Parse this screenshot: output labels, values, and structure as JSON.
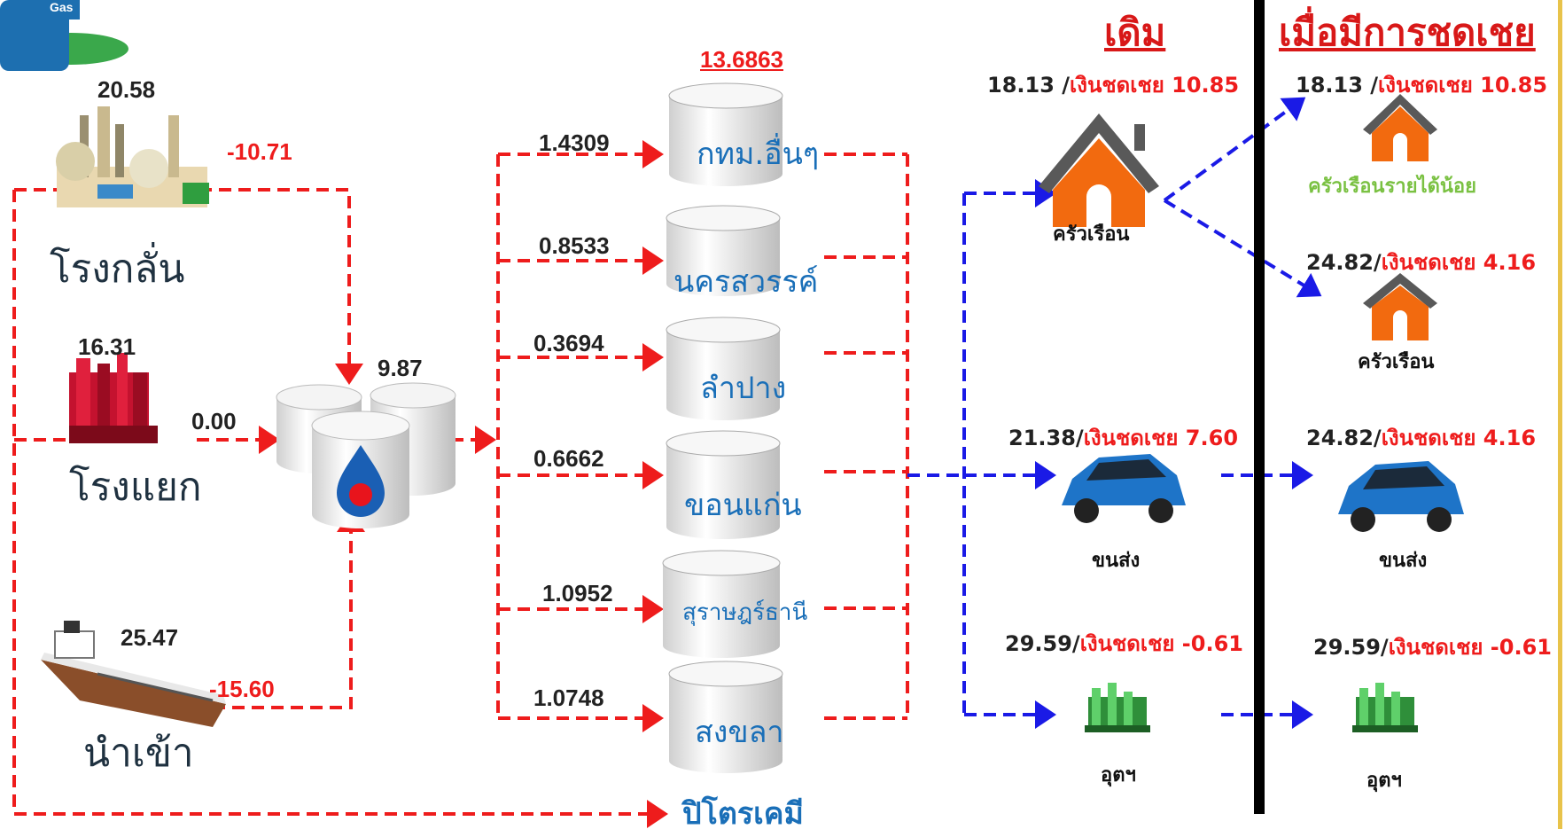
{
  "headers": {
    "before": "เดิม",
    "after": "เมื่อมีการชดเชย"
  },
  "sources": {
    "refinery": {
      "label": "โรงกลั่น",
      "price": "20.58",
      "diff": "-10.71"
    },
    "separation": {
      "label": "โรงแยก",
      "price": "16.31",
      "diff": "0.00"
    },
    "import": {
      "label": "นำเข้า",
      "price": "25.47",
      "diff": "-15.60"
    },
    "lpg_logo": "Gas"
  },
  "pool": {
    "value": "9.87"
  },
  "depots": {
    "total": "13.6863",
    "items": [
      {
        "label": "กทม.อื่นๆ",
        "value": "1.4309"
      },
      {
        "label": "นครสวรรค์",
        "value": "0.8533"
      },
      {
        "label": "ลำปาง",
        "value": "0.3694"
      },
      {
        "label": "ขอนแก่น",
        "value": "0.6662"
      },
      {
        "label": "สุราษฎร์ธานี",
        "value": "1.0952"
      },
      {
        "label": "สงขลา",
        "value": "1.0748"
      }
    ]
  },
  "petrochem": {
    "label": "ปิโตรเคมี"
  },
  "before": {
    "household": {
      "price": "18.13 /",
      "subsidy": "เงินชดเชย 10.85",
      "label": "ครัวเรือน"
    },
    "transport": {
      "price": "21.38/",
      "subsidy": "เงินชดเชย 7.60",
      "label": "ขนส่ง"
    },
    "industry": {
      "price": "29.59/",
      "subsidy": "เงินชดเชย -0.61",
      "label": "อุตฯ"
    }
  },
  "after": {
    "low_income": {
      "price": "18.13 /",
      "subsidy": "เงินชดเชย 10.85",
      "label": "ครัวเรือนรายได้น้อย"
    },
    "household": {
      "price": "24.82/",
      "subsidy": "เงินชดเชย 4.16",
      "label": "ครัวเรือน"
    },
    "transport": {
      "price": "24.82/",
      "subsidy": "เงินชดเชย 4.16",
      "label": "ขนส่ง"
    },
    "industry": {
      "price": "29.59/",
      "subsidy": "เงินชดเชย -0.61",
      "label": "อุตฯ"
    }
  },
  "colors": {
    "flow_red": "#ee1c1c",
    "flow_blue": "#1a1ae6",
    "house": "#f26a0f",
    "car": "#1e74c8",
    "factory": "#3cb54a",
    "tank_drop": "#1a5fb4"
  }
}
